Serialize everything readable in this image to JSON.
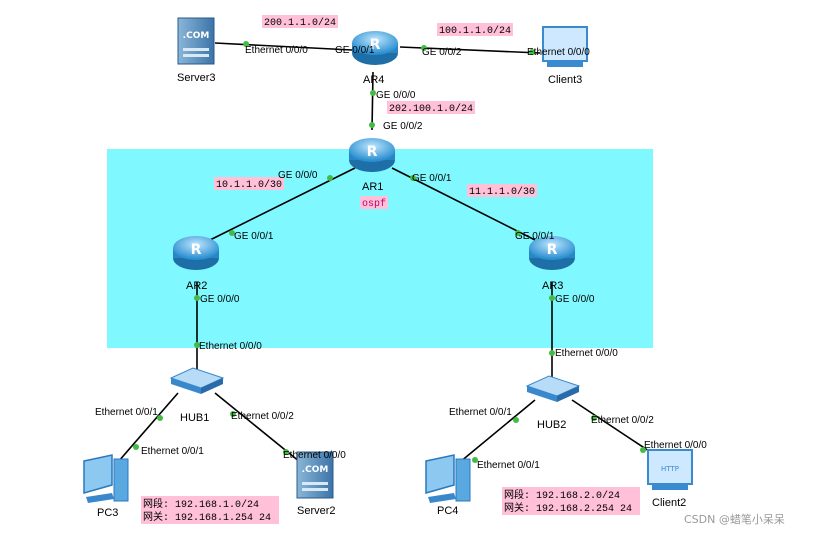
{
  "colors": {
    "area": "#80f8ff",
    "link": "#000000",
    "port": "#44bb44",
    "label_bg": "#ffc0d8",
    "router": "#3a9ed8"
  },
  "devices": {
    "server3": "Server3",
    "ar4": "AR4",
    "client3": "Client3",
    "ar1": "AR1",
    "ar2": "AR2",
    "ar3": "AR3",
    "hub1": "HUB1",
    "hub2": "HUB2",
    "pc3": "PC3",
    "server2": "Server2",
    "pc4": "PC4",
    "client2": "Client2"
  },
  "icons": {
    "com_text": ".COM",
    "http_text": "HTTP"
  },
  "area_label": "ospf",
  "ports": {
    "server3_eth": "Ethernet 0/0/0",
    "ar4_ge001": "GE 0/0/1",
    "ar4_ge002": "GE 0/0/2",
    "client3_eth": "Ethernet 0/0/0",
    "ar4_ge000": "GE 0/0/0",
    "ar1_ge002": "GE 0/0/2",
    "ar1_ge000": "GE 0/0/0",
    "ar1_ge001": "GE 0/0/1",
    "ar2_ge001": "GE 0/0/1",
    "ar3_ge001": "GE 0/0/1",
    "ar2_ge000": "GE 0/0/0",
    "ar3_ge000": "GE 0/0/0",
    "hub1_eth000": "Ethernet 0/0/0",
    "hub2_eth000": "Ethernet 0/0/0",
    "hub1_eth001": "Ethernet 0/0/1",
    "hub1_eth002": "Ethernet 0/0/2",
    "pc3_eth001": "Ethernet 0/0/1",
    "server2_eth000": "Ethernet 0/0/0",
    "hub2_eth001": "Ethernet 0/0/1",
    "hub2_eth002": "Ethernet 0/0/2",
    "pc4_eth001": "Ethernet 0/0/1",
    "client2_eth000": "Ethernet 0/0/0"
  },
  "subnets": {
    "s200": "200.1.1.0/24",
    "s100": "100.1.1.0/24",
    "s202": "202.100.1.0/24",
    "s10": "10.1.1.0/30",
    "s11": "11.1.1.0/30"
  },
  "notes": {
    "left_line1": "网段: 192.168.1.0/24",
    "left_line2": "网关: 192.168.1.254 24",
    "right_line1": "网段: 192.168.2.0/24",
    "right_line2": "网关: 192.168.2.254 24"
  },
  "watermark": "CSDN @蜡笔小呆呆"
}
